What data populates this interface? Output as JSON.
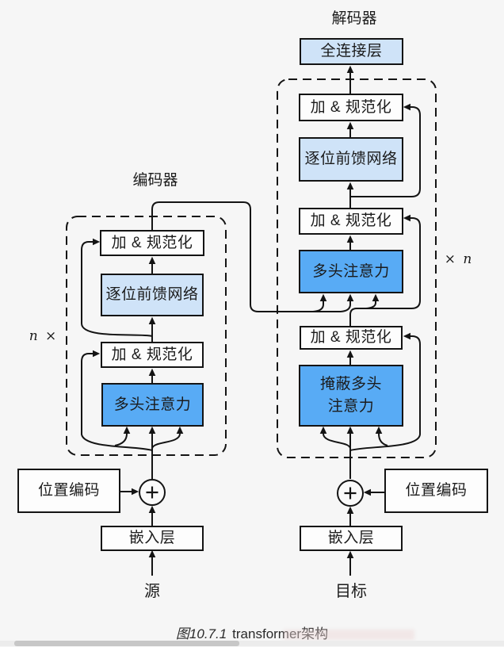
{
  "titles": {
    "encoder": "编码器",
    "decoder": "解码器"
  },
  "repeat_labels": {
    "left": "n ×",
    "right": "× n"
  },
  "encoder": {
    "add_norm_top": "加 & 规范化",
    "ffn": "逐位前馈网络",
    "add_norm_bottom": "加 & 规范化",
    "mha": "多头注意力",
    "pos_encoding": "位置编码",
    "embedding": "嵌入层",
    "input": "源"
  },
  "decoder": {
    "fc": "全连接层",
    "add_norm_top": "加 & 规范化",
    "ffn": "逐位前馈网络",
    "add_norm_mid": "加 & 规范化",
    "mha": "多头注意力",
    "add_norm_bottom": "加 & 规范化",
    "masked_mha_line1": "掩蔽多头",
    "masked_mha_line2": "注意力",
    "pos_encoding": "位置编码",
    "embedding": "嵌入层",
    "input": "目标"
  },
  "caption": {
    "figure_label": "图10.7.1",
    "text": "transformer架构"
  },
  "icons": {
    "add": "+"
  },
  "colors": {
    "attention_blue": "#58abf5",
    "ffn_light_blue": "#cfe3f8",
    "line": "#141414",
    "background": "#f6f6f6"
  }
}
